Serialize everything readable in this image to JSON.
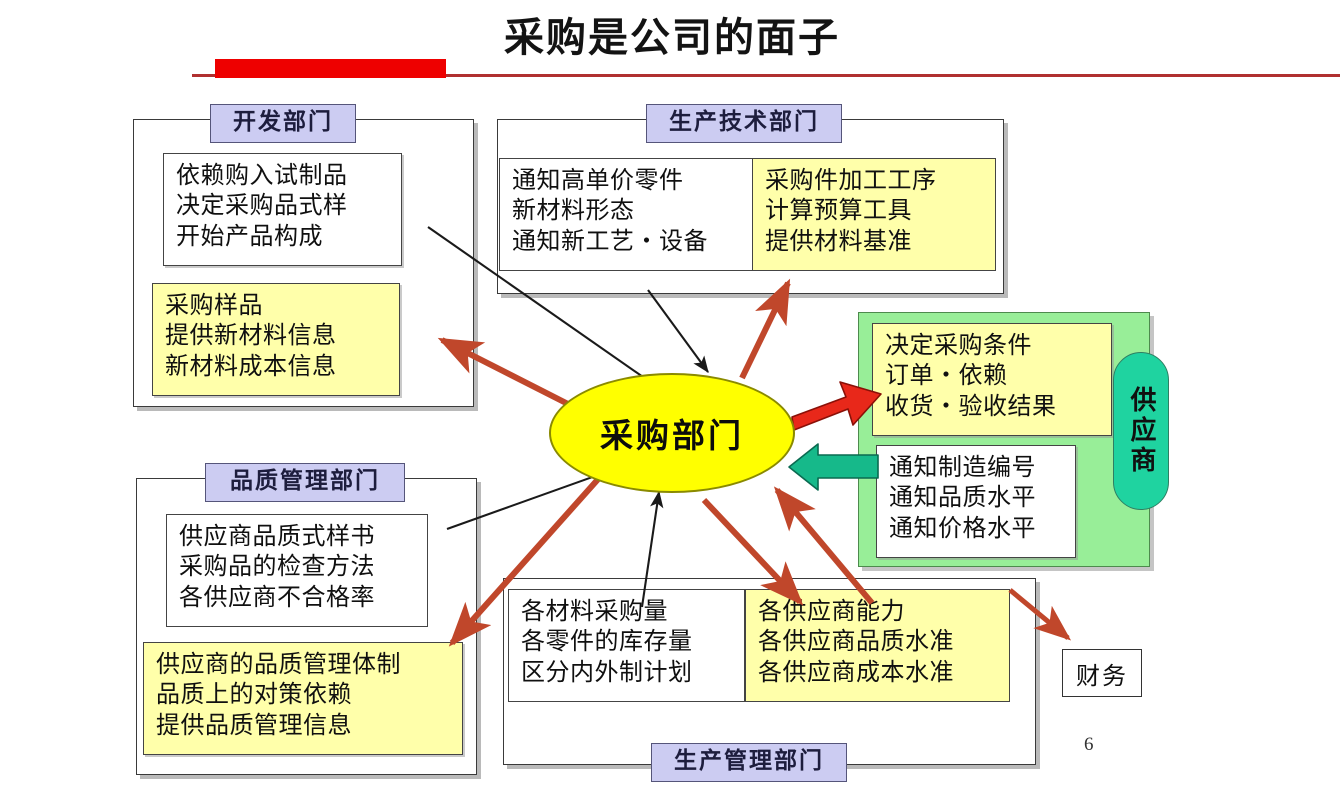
{
  "slide": {
    "title": "采购是公司的面子",
    "page_number": "6",
    "accent_bar_color": "#ee0000",
    "rule_color": "#b03030"
  },
  "center": {
    "label": "采购部门",
    "fill": "#ffff00"
  },
  "departments": {
    "development": {
      "label": "开发部门",
      "cards": [
        {
          "fill": "#ffffff",
          "text": "依赖购入试制品\n决定采购品式样\n开始产品构成"
        },
        {
          "fill": "#ffffaa",
          "text": "采购样品\n提供新材料信息\n新材料成本信息"
        }
      ]
    },
    "production_tech": {
      "label": "生产技术部门",
      "cards": [
        {
          "fill": "#ffffff",
          "text": "通知高单价零件\n新材料形态\n通知新工艺・设备"
        },
        {
          "fill": "#ffffaa",
          "text": "采购件加工工序\n计算预算工具\n提供材料基准"
        }
      ]
    },
    "quality": {
      "label": "品质管理部门",
      "cards": [
        {
          "fill": "#ffffff",
          "text": "供应商品质式样书\n采购品的检查方法\n各供应商不合格率"
        },
        {
          "fill": "#ffffaa",
          "text": "供应商的品质管理体制\n品质上的对策依赖\n提供品质管理信息"
        }
      ]
    },
    "production_mgmt": {
      "label": "生产管理部门",
      "cards": [
        {
          "fill": "#ffffff",
          "text": "各材料采购量\n各零件的库存量\n区分内外制计划"
        },
        {
          "fill": "#ffffaa",
          "text": "各供应商能力\n各供应商品质水准\n各供应商成本水准"
        }
      ]
    }
  },
  "supplier": {
    "label": "供应商",
    "fill": "#98ee98",
    "pill_fill": "#1fd3a0",
    "cards": [
      {
        "fill": "#ffffaa",
        "text": "决定采购条件\n订单・依赖\n收货・验收结果"
      },
      {
        "fill": "#ffffff",
        "text": "通知制造编号\n通知品质水平\n通知价格水平"
      }
    ]
  },
  "finance": {
    "label": "财务"
  },
  "arrows": {
    "inbound_color": "#1a1a1a",
    "outbound_color": "#c0472b",
    "block_out_color": "#e8281a",
    "block_in_color": "#16b98a"
  }
}
